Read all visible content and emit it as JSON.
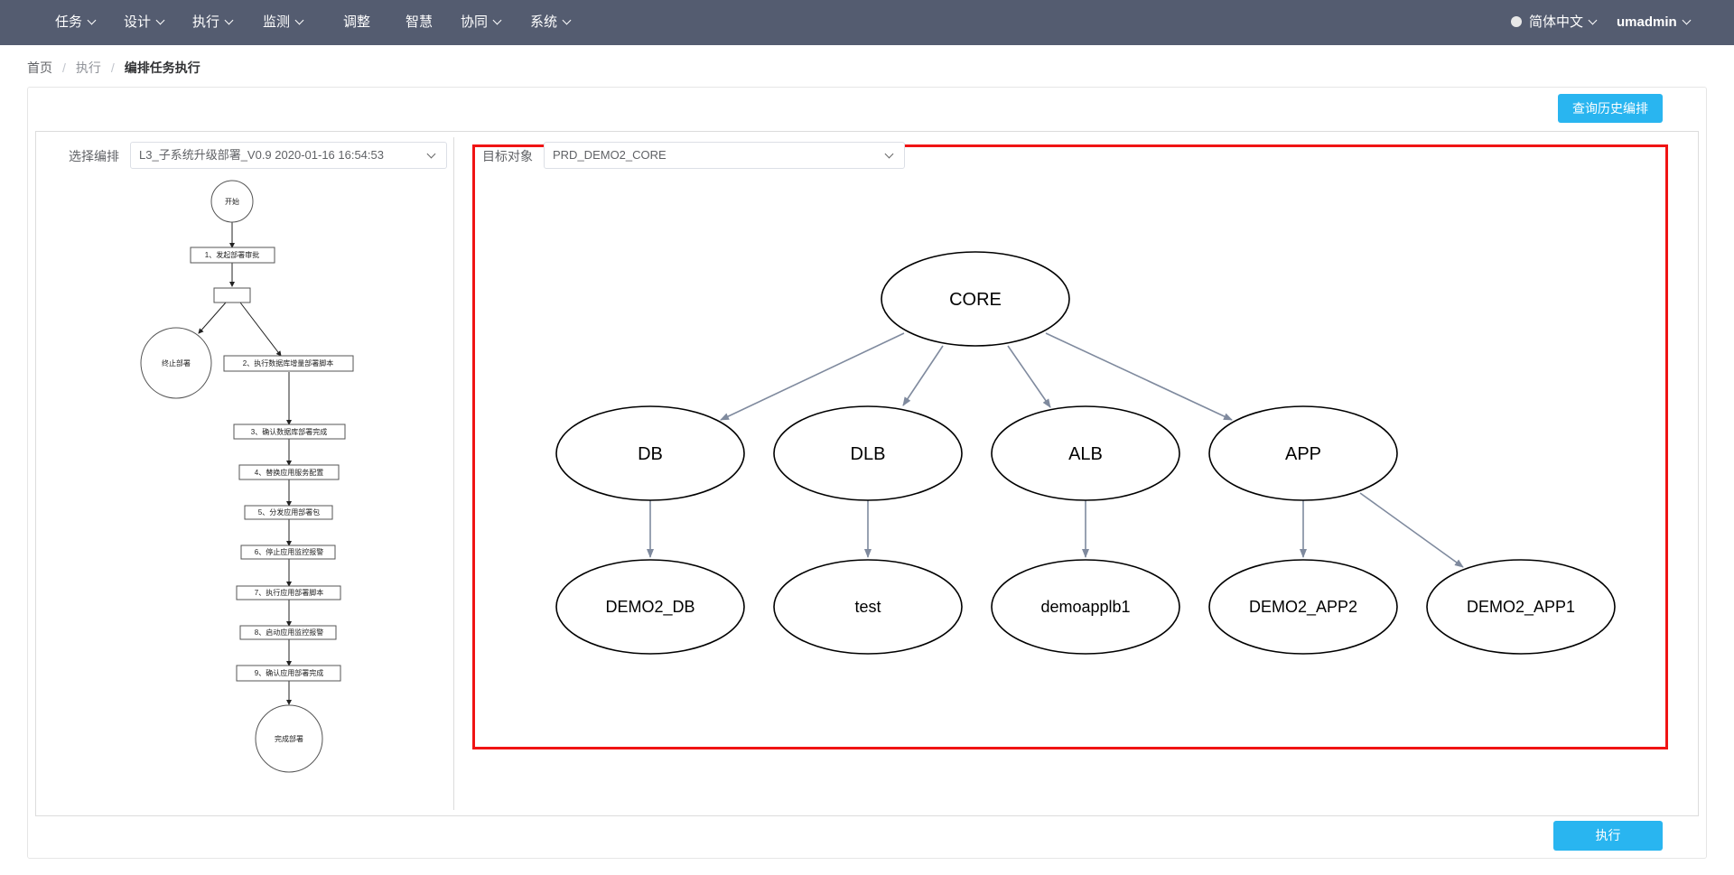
{
  "nav": {
    "items": [
      {
        "label": "任务",
        "dropdown": true
      },
      {
        "label": "设计",
        "dropdown": true
      },
      {
        "label": "执行",
        "dropdown": true
      },
      {
        "label": "监测",
        "dropdown": true
      },
      {
        "label": "调整",
        "dropdown": false
      },
      {
        "label": "智慧",
        "dropdown": false
      },
      {
        "label": "协同",
        "dropdown": true
      },
      {
        "label": "系统",
        "dropdown": true
      }
    ],
    "language": "简体中文",
    "user": "umadmin"
  },
  "breadcrumb": {
    "home": "首页",
    "parent": "执行",
    "current": "编排任务执行"
  },
  "buttons": {
    "history": "查询历史编排",
    "execute": "执行"
  },
  "left_panel": {
    "select_label": "选择编排",
    "select_value": "L3_子系统升级部署_V0.9 2020-01-16 16:54:53",
    "flow": {
      "start": "开始",
      "steps": [
        "1、发起部署审批",
        "2、执行数据库增量部署脚本",
        "3、确认数据库部署完成",
        "4、替换应用服务配置",
        "5、分发应用部署包",
        "6、停止应用监控报警",
        "7、执行应用部署脚本",
        "8、启动应用监控报警",
        "9、确认应用部署完成"
      ],
      "abort": "终止部署",
      "end": "完成部署"
    }
  },
  "right_panel": {
    "target_label": "目标对象",
    "target_value": "PRD_DEMO2_CORE",
    "graph": {
      "root": "CORE",
      "level1": [
        "DB",
        "DLB",
        "ALB",
        "APP"
      ],
      "level2": [
        "DEMO2_DB",
        "test",
        "demoapplb1",
        "DEMO2_APP2",
        "DEMO2_APP1"
      ]
    }
  },
  "colors": {
    "nav_bg": "#545c70",
    "primary_button": "#29b5f0",
    "highlight_border": "#f01414",
    "edge": "#7f8a9e"
  }
}
